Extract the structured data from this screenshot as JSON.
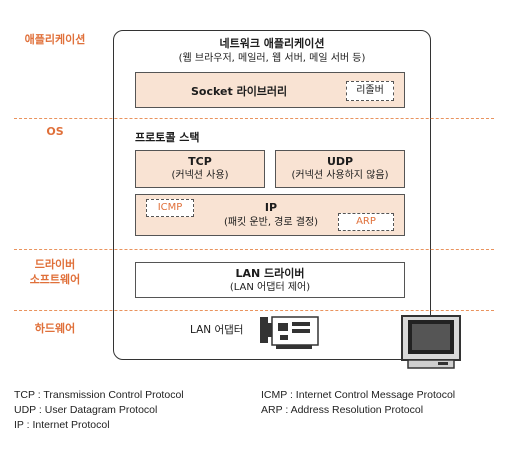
{
  "layers": {
    "application": "애플리케이션",
    "os": "OS",
    "driver_software": [
      "드라이버",
      "소프트웨어"
    ],
    "hardware": "하드웨어"
  },
  "network_app": {
    "title": "네트워크 애플리케이션",
    "subtitle": "(웹 브라우저, 메일러, 웹 서버, 메일 서버 등)"
  },
  "socket_library": {
    "title": "Socket 라이브러리",
    "resolver": "리졸버"
  },
  "protocol_stack": {
    "title": "프로토콜 스택",
    "tcp": {
      "title": "TCP",
      "subtitle": "(커넥션 사용)"
    },
    "udp": {
      "title": "UDP",
      "subtitle": "(커넥션 사용하지 않음)"
    },
    "ip": {
      "title": "IP",
      "subtitle": "(패킷 운반, 경로 결정)"
    },
    "icmp": "ICMP",
    "arp": "ARP"
  },
  "lan_driver": {
    "title": "LAN 드라이버",
    "subtitle": "(LAN 어댑터 제어)"
  },
  "lan_adapter": "LAN 어댑터",
  "legend": {
    "tcp": "TCP : Transmission Control Protocol",
    "udp": "UDP : User Datagram Protocol",
    "ip": "IP : Internet Protocol",
    "icmp": "ICMP : Internet Control Message Protocol",
    "arp": "ARP : Address Resolution Protocol"
  },
  "colors": {
    "accent": "#e0703a",
    "fill": "#f9e3d3",
    "dash": "#e9935e"
  }
}
